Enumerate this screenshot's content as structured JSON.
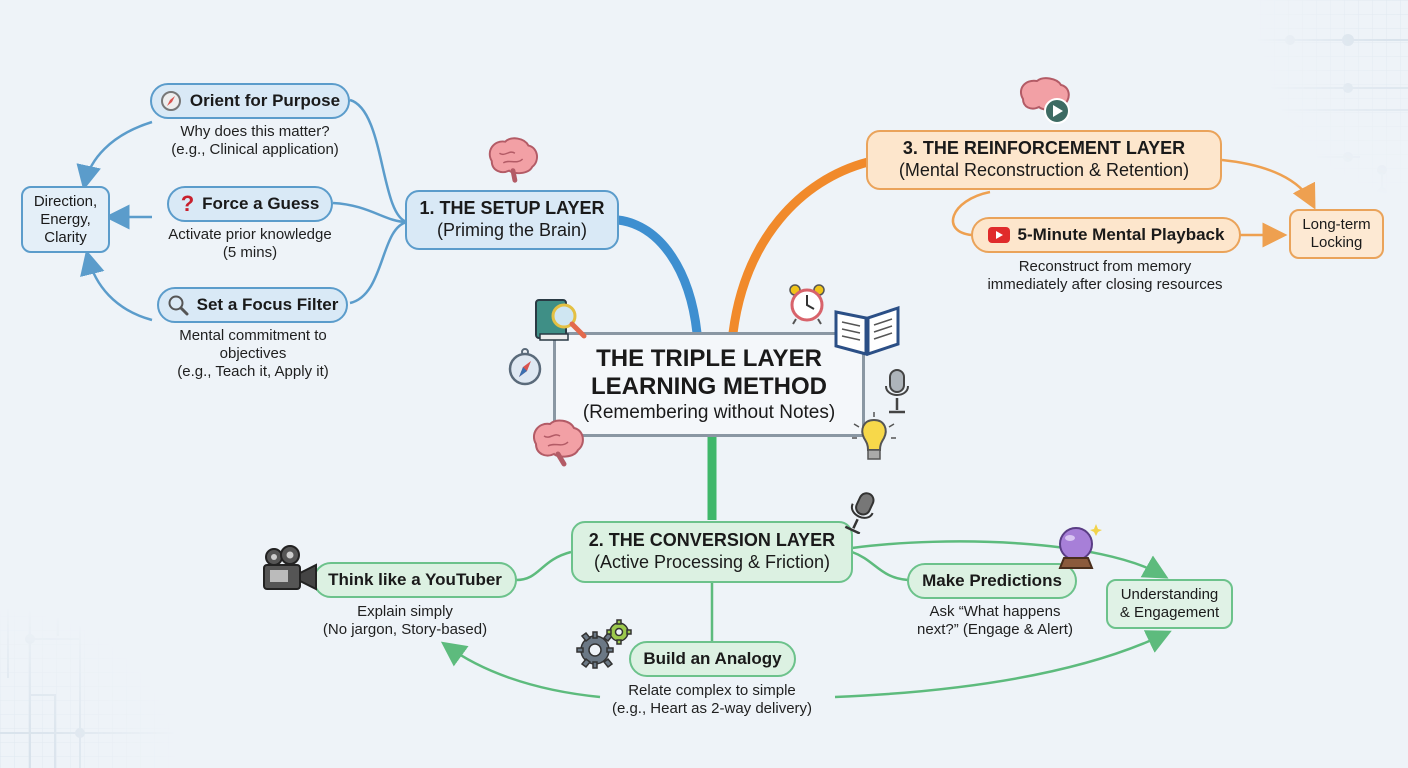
{
  "center": {
    "title_line1": "THE TRIPLE LAYER",
    "title_line2": "LEARNING METHOD",
    "subtitle": "(Remembering without Notes)"
  },
  "setup_layer": {
    "title": "1. THE SETUP LAYER",
    "subtitle": "(Priming the Brain)",
    "color": "#5b9ccb",
    "steps": [
      {
        "label": "Orient for Purpose",
        "icon": "compass-icon",
        "desc_line1": "Why does this matter?",
        "desc_line2": "(e.g., Clinical application)"
      },
      {
        "label": "Force a Guess",
        "icon": "question-mark-icon",
        "icon_glyph": "?",
        "desc_line1": "Activate prior knowledge",
        "desc_line2": "(5 mins)"
      },
      {
        "label": "Set a Focus Filter",
        "icon": "magnifier-icon",
        "desc_line1": "Mental commitment to",
        "desc_line2": "objectives",
        "desc_line3": "(e.g., Teach it, Apply it)"
      }
    ],
    "outcome": {
      "line1": "Direction,",
      "line2": "Energy,",
      "line3": "Clarity"
    }
  },
  "reinforcement_layer": {
    "title": "3. THE REINFORCEMENT LAYER",
    "subtitle": "(Mental Reconstruction & Retention)",
    "color": "#eea050",
    "steps": [
      {
        "label": "5-Minute Mental Playback",
        "icon": "play-button-icon",
        "desc_line1": "Reconstruct from memory",
        "desc_line2": "immediately after closing resources"
      }
    ],
    "outcome": {
      "line1": "Long-term",
      "line2": "Locking"
    }
  },
  "conversion_layer": {
    "title": "2. THE CONVERSION LAYER",
    "subtitle": "(Active Processing & Friction)",
    "color": "#5dbb7d",
    "steps": [
      {
        "label": "Think like a YouTuber",
        "icon": "video-camera-icon",
        "desc_line1": "Explain simply",
        "desc_line2": "(No jargon, Story-based)"
      },
      {
        "label": "Build an Analogy",
        "icon": "gears-icon",
        "desc_line1": "Relate complex to simple",
        "desc_line2": "(e.g., Heart as 2-way delivery)"
      },
      {
        "label": "Make Predictions",
        "icon": "crystal-ball-icon",
        "desc_line1": "Ask “What happens",
        "desc_line2": "next?” (Engage & Alert)"
      }
    ],
    "outcome": {
      "line1": "Understanding",
      "line2": "& Engagement"
    }
  }
}
